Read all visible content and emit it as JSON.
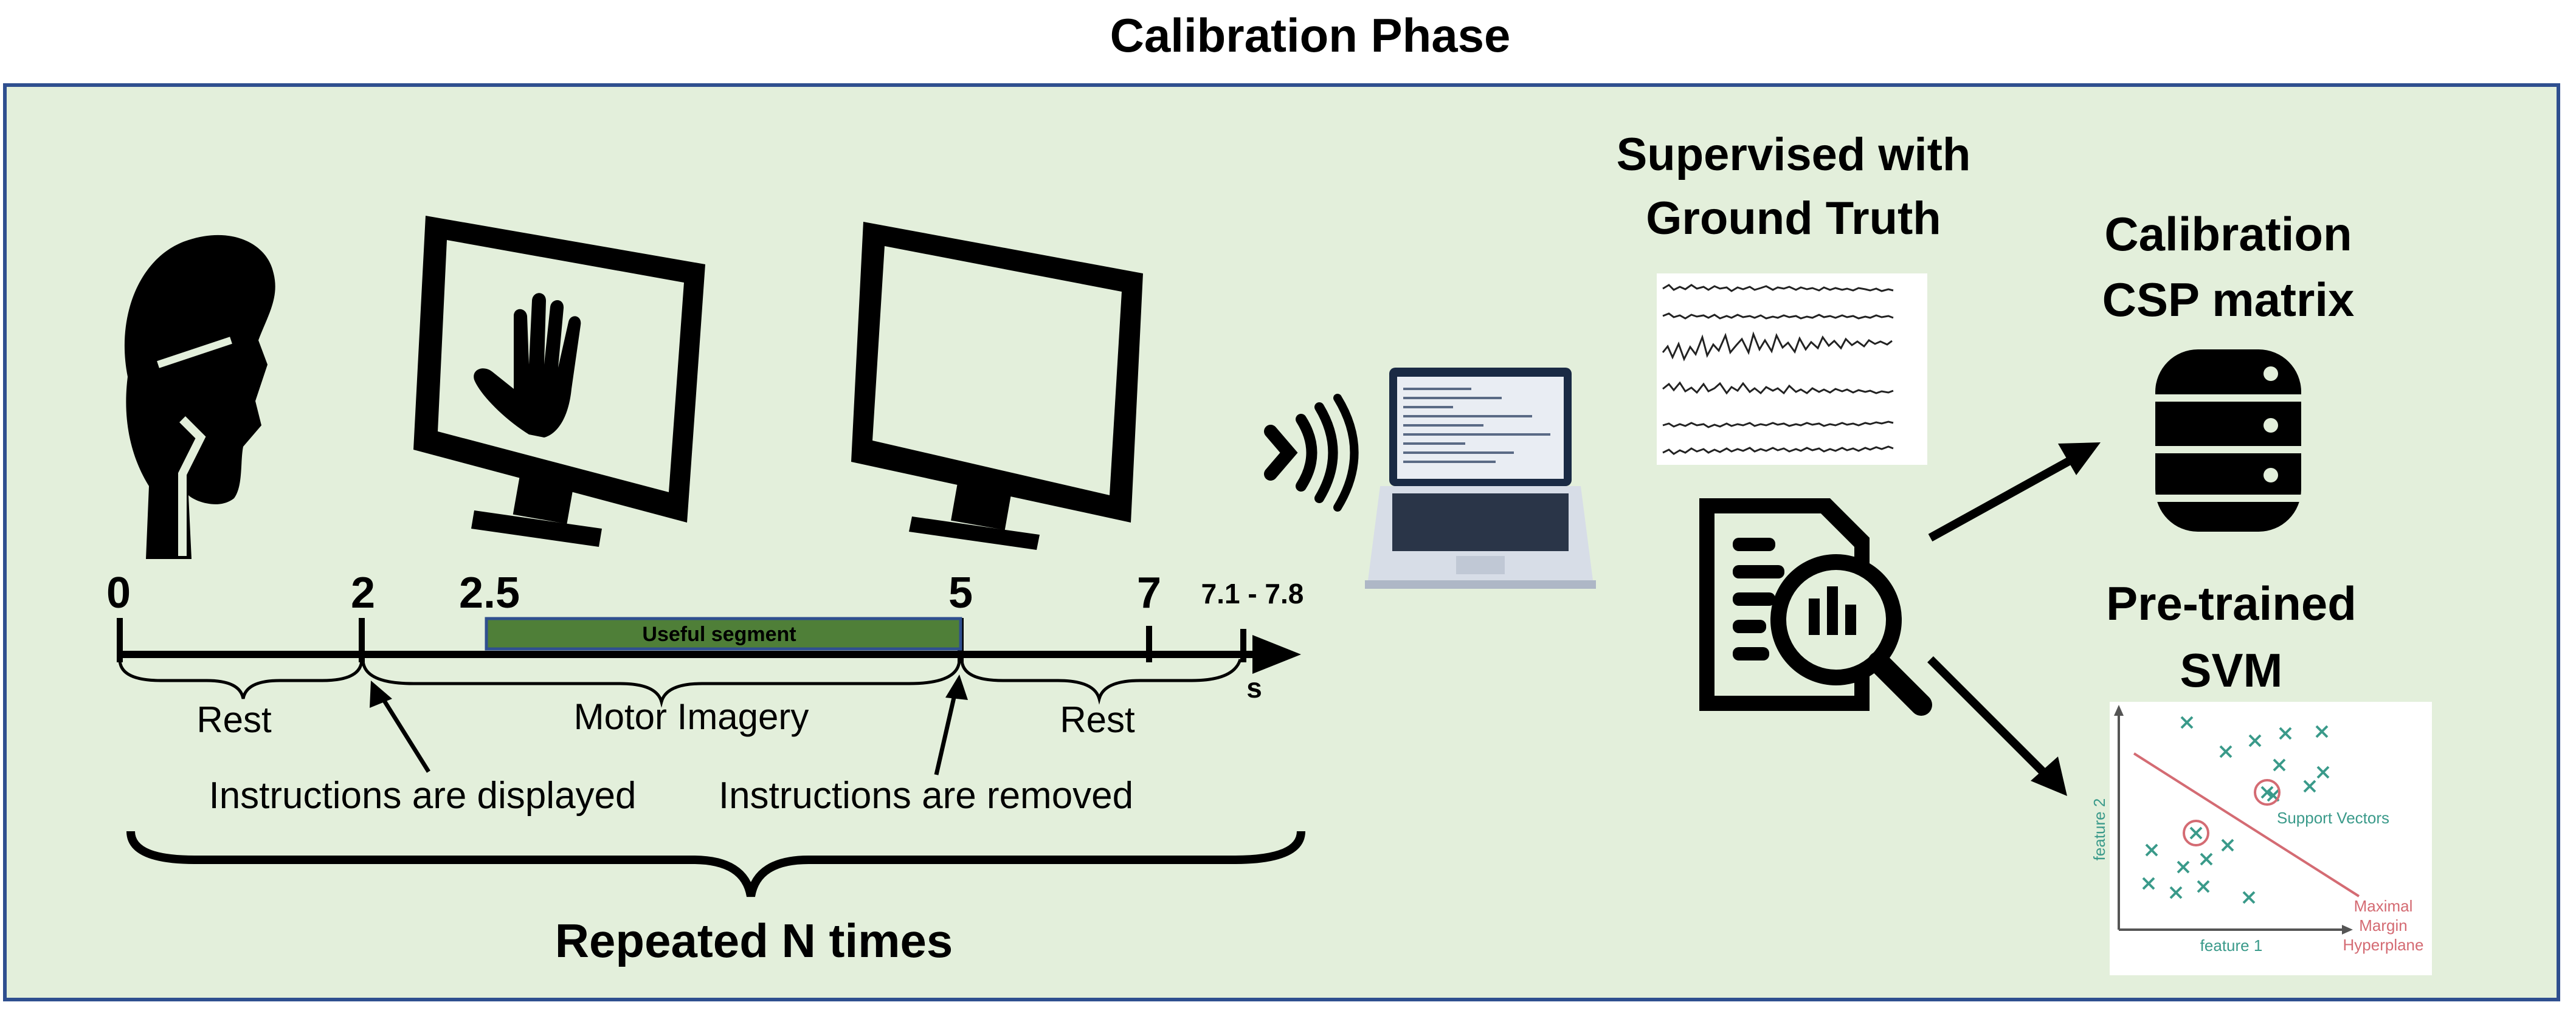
{
  "title": "Calibration Phase",
  "timeline": {
    "ticks": [
      "0",
      "2",
      "2.5",
      "5",
      "7",
      "7.1 - 7.8"
    ],
    "unit": "s",
    "useful_segment_label": "Useful segment",
    "phases": [
      "Rest",
      "Motor Imagery",
      "Rest"
    ],
    "events": [
      "Instructions are displayed",
      "Instructions are removed"
    ],
    "repeat_label": "Repeated N times"
  },
  "supervised_label_line1": "Supervised with",
  "supervised_label_line2": "Ground Truth",
  "csp_label_line1": "Calibration",
  "csp_label_line2": "CSP matrix",
  "svm_label_line1": "Pre-trained",
  "svm_label_line2": "SVM",
  "svm_plot": {
    "y_axis": "feature 2",
    "x_axis": "feature 1",
    "support_vectors": "Support Vectors",
    "hyperplane_line1": "Maximal",
    "hyperplane_line2": "Margin",
    "hyperplane_line3": "Hyperplane"
  },
  "colors": {
    "panel_bg": "#e3efdb",
    "panel_border": "#2f4f8f",
    "useful_segment": "#4f7f38",
    "hyperplane": "#d46b73",
    "svm_marks": "#3a9a8a"
  }
}
